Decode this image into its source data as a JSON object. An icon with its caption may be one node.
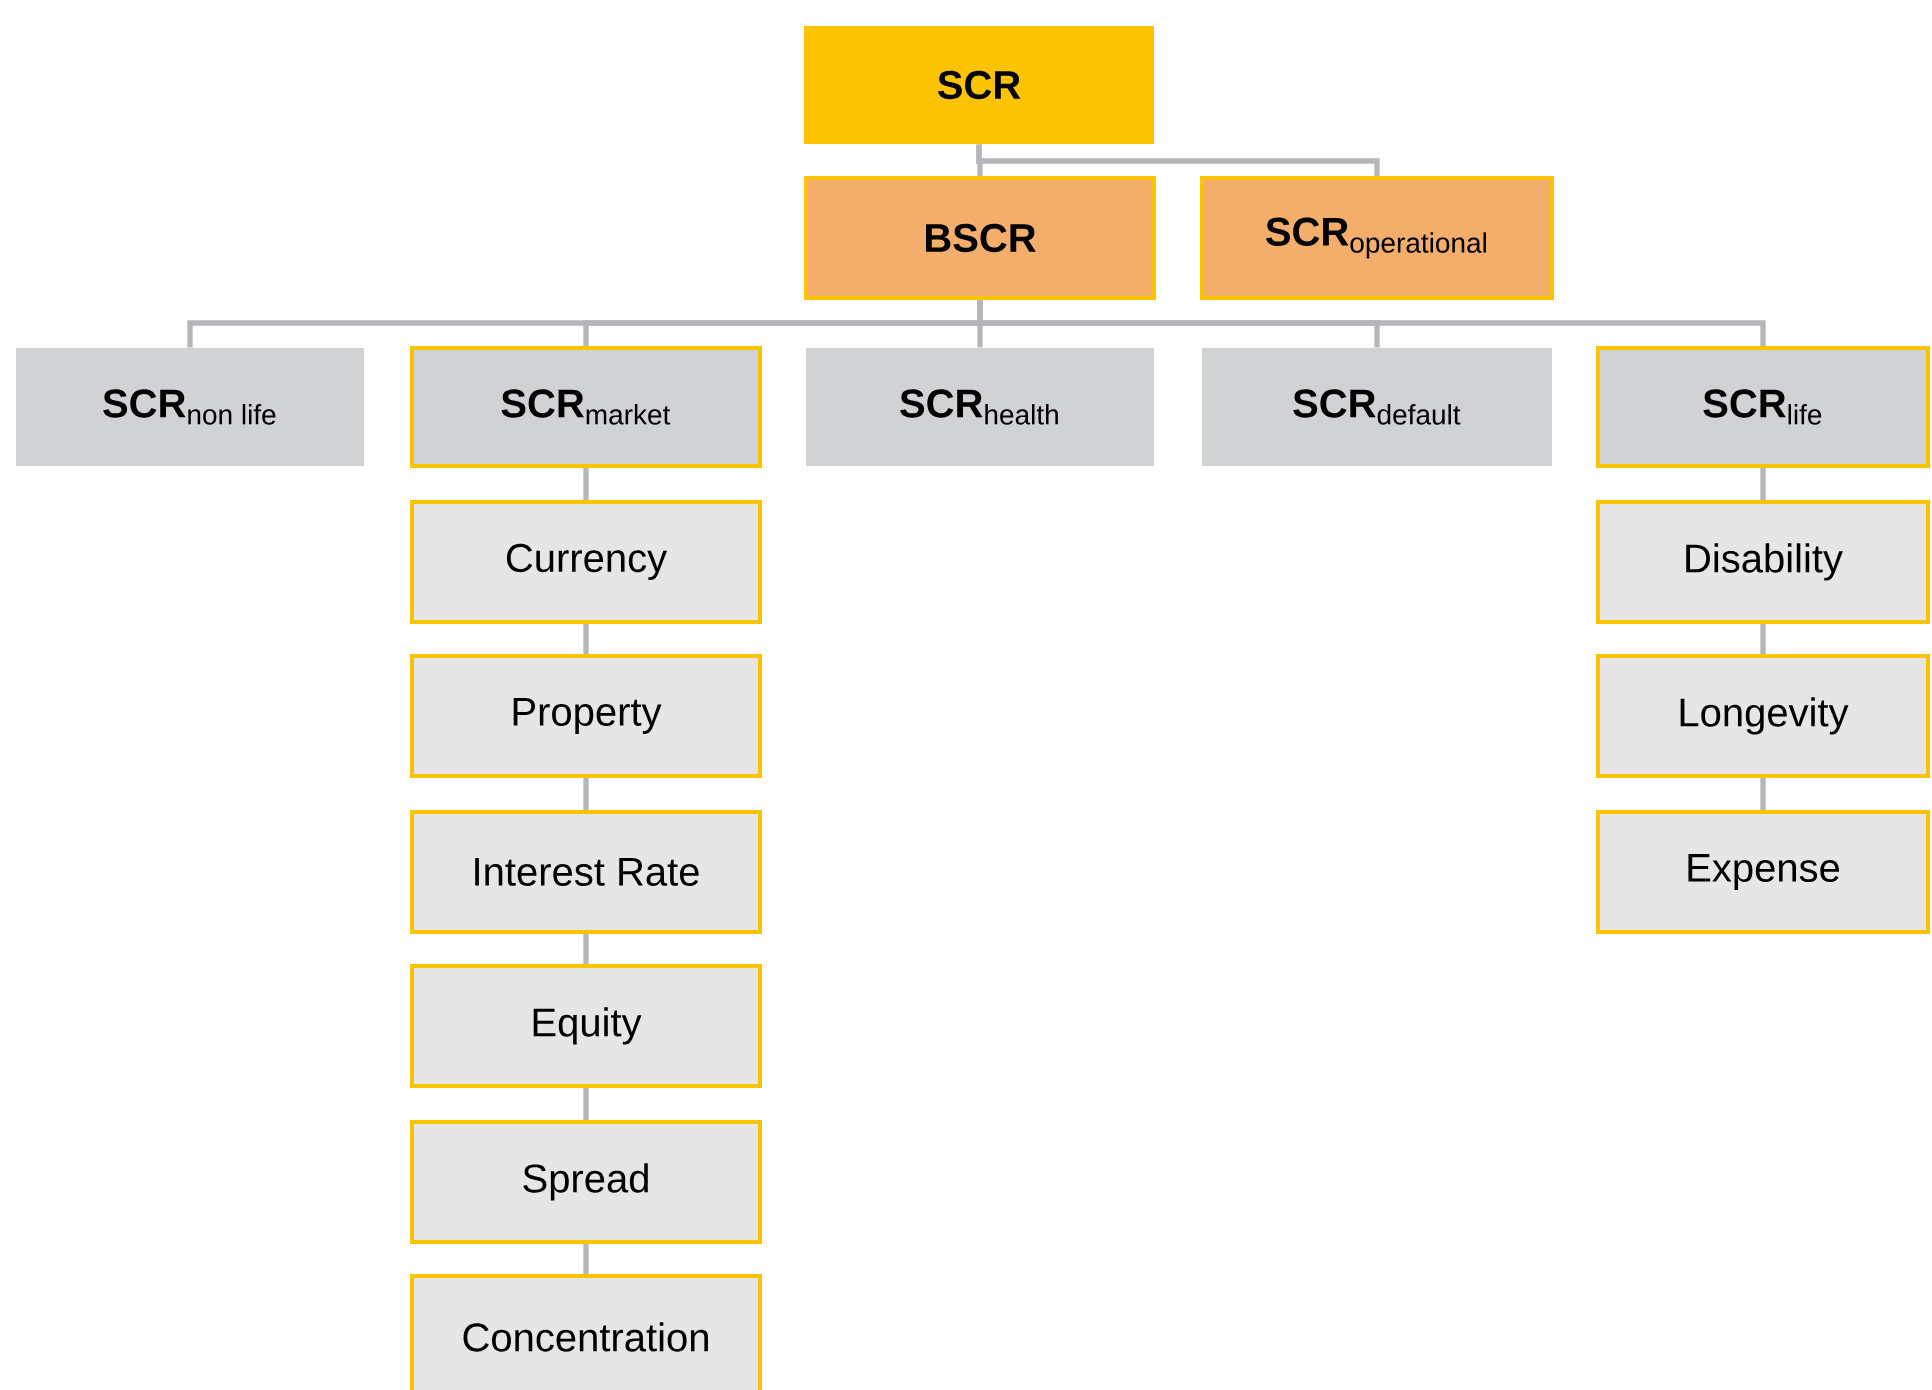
{
  "diagram": {
    "nodes": [
      {
        "text": [
          "SCR"
        ]
      },
      {
        "text": [
          "BSCR"
        ]
      },
      {
        "text": [
          "\\textbf{SCR}_{\\text{operational}}"
        ]
      },
      {
        "text": [
          "\\textbf{SCR}_{\\text{non life}}"
        ]
      },
      {
        "text": [
          "\\textbf{SCR}_{\\text{market}}"
        ]
      },
      {
        "text": [
          "\\textbf{SCR}_{\\text{health}}"
        ]
      },
      {
        "text": [
          "\\textbf{SCR}_{\\text{default}}"
        ]
      },
      {
        "text": [
          "\\textbf{SCR}_{\\text{life}}"
        ]
      },
      {
        "text": [
          "Currency"
        ]
      },
      {
        "text": [
          "Property"
        ]
      },
      {
        "text": [
          "Interest Rate"
        ]
      },
      {
        "text": [
          "Equity"
        ]
      },
      {
        "text": [
          "Spread"
        ]
      },
      {
        "text": [
          "Concentration"
        ]
      },
      {
        "text": [
          "Disability"
        ]
      },
      {
        "text": [
          "Longevity"
        ]
      },
      {
        "text": [
          "Expense"
        ]
      }
    ],
    "edges": [
      {
        "from": 0,
        "to": 1,
        "arrow": "none"
      },
      {
        "from": 0,
        "to": 2,
        "arrow": "none"
      },
      {
        "from": 1,
        "to": 3,
        "arrow": "none"
      },
      {
        "from": 1,
        "to": 4,
        "arrow": "none"
      },
      {
        "from": 1,
        "to": 5,
        "arrow": "none"
      },
      {
        "from": 1,
        "to": 6,
        "arrow": "none"
      },
      {
        "from": 1,
        "to": 7,
        "arrow": "none"
      },
      {
        "from": 4,
        "to": 8,
        "arrow": "none"
      },
      {
        "from": 8,
        "to": 9,
        "arrow": "none"
      },
      {
        "from": 9,
        "to": 10,
        "arrow": "none"
      },
      {
        "from": 10,
        "to": 11,
        "arrow": "none"
      },
      {
        "from": 11,
        "to": 12,
        "arrow": "none"
      },
      {
        "from": 12,
        "to": 13,
        "arrow": "none"
      },
      {
        "from": 7,
        "to": 14,
        "arrow": "none"
      },
      {
        "from": 14,
        "to": 15,
        "arrow": "none"
      },
      {
        "from": 15,
        "to": 16,
        "arrow": "none"
      }
    ]
  }
}
